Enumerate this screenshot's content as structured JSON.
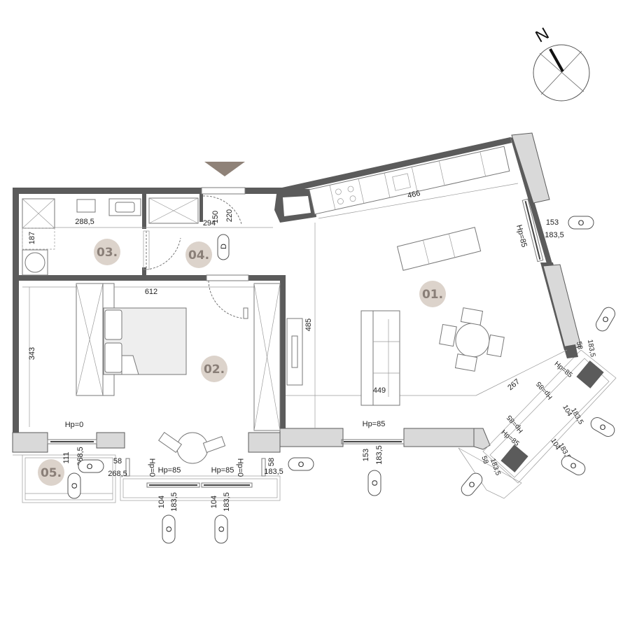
{
  "compass": {
    "label": "N"
  },
  "rooms": [
    {
      "id": "01",
      "label": "01."
    },
    {
      "id": "02",
      "label": "02."
    },
    {
      "id": "03",
      "label": "03."
    },
    {
      "id": "04",
      "label": "04."
    },
    {
      "id": "05",
      "label": "05."
    }
  ],
  "dimensions": {
    "bath_width": "288,5",
    "bath_depth": "187",
    "wc_width": "294",
    "entry_150": "150",
    "entry_220": "220",
    "bedroom_width": "612",
    "bedroom_depth": "343",
    "living_depth": "485",
    "living_width": "449",
    "kitchen_len": "466",
    "diag_267": "267",
    "east_153": "153",
    "east_1835": "183,5",
    "se_58": "58",
    "se_1835": "183,5",
    "south_153": "153",
    "south_1835": "183,5",
    "bal_111": "111",
    "bal_2685a": "268,5",
    "bal_58": "58",
    "bal_2685b": "268,5",
    "w1_104": "104",
    "w1_1835": "183,5",
    "w2_104": "104",
    "w2_1835": "183,5",
    "r_58": "58",
    "r_1835": "183,5",
    "sw_104a": "104",
    "sw_1835a": "183,5",
    "sw_104b": "104",
    "sw_1835b": "183,5",
    "sw_58": "58",
    "sw_1835c": "183,5"
  },
  "sill_heights": {
    "east": "Hp=85",
    "bedroom_balcony": "Hp=0",
    "bedroom_w1": "Hp=85",
    "bedroom_w2": "Hp=85",
    "bed_side_a": "Hp=0",
    "bed_side_b": "Hp=0",
    "living_south": "Hp=85",
    "diag_a": "Hp=85",
    "diag_b": "Hp=85",
    "diag_c": "Hp=85",
    "diag_d": "Hp=85"
  },
  "markers": {
    "door_symbol": "D",
    "outlet_symbol": "O"
  },
  "entrance_marker": "entrance-triangle"
}
